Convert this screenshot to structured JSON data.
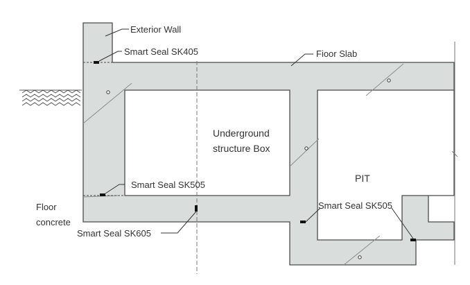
{
  "colors": {
    "concrete": "#d9dedd",
    "outline": "#4a4a4a",
    "background": "#ffffff",
    "seal": "#111111",
    "text": "#333333"
  },
  "labels": {
    "exterior_wall": "Exterior Wall",
    "sk405": "Smart Seal SK405",
    "floor_slab": "Fioor Slab",
    "underground_line1": "Underground",
    "underground_line2": "structure Box",
    "pit": "PIT",
    "sk505_left": "Smart Seal SK505",
    "sk505_right": "Smart Seal SK505",
    "floor_concrete_line1": "Floor",
    "floor_concrete_line2": "concrete",
    "sk605": "Smart Seal SK605"
  },
  "icons": [
    "soil-hatch-icon",
    "waterstop-icon"
  ]
}
